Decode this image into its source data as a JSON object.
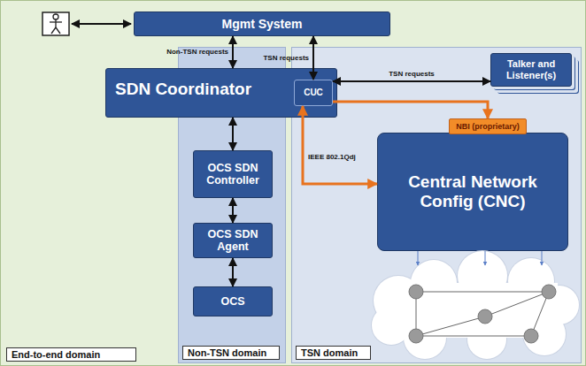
{
  "diagram": {
    "nodes": [
      {
        "text": [
          "End-to-end domain"
        ]
      },
      {
        "text": [
          "Mgmt System"
        ],
        "in": 0
      },
      {
        "text": [
          "SDN Coordinator"
        ],
        "in": 0
      },
      {
        "text": [
          "CUC"
        ],
        "in": 2
      },
      {
        "text": [
          "Non-TSN domain"
        ],
        "in": 0
      },
      {
        "text": [
          "OCS SDN Controller"
        ],
        "in": 4
      },
      {
        "text": [
          "OCS SDN Agent"
        ],
        "in": 4
      },
      {
        "text": [
          "OCS"
        ],
        "in": 4
      },
      {
        "text": [
          "TSN domain"
        ],
        "in": 0
      },
      {
        "text": [
          "Talker and Listener(s)"
        ],
        "in": 8
      },
      {
        "text": [
          "Central Network Config (CNC)"
        ],
        "in": 8
      },
      {
        "text": [
          "NBI (proprietary)"
        ],
        "in": 10
      }
    ],
    "edges": [
      {
        "from": 1,
        "to": 2,
        "label": "Non-TSN requests",
        "arrow": "both"
      },
      {
        "from": 1,
        "to": 3,
        "label": "TSN requests",
        "arrow": "both"
      },
      {
        "from": 3,
        "to": 9,
        "label": "TSN requests",
        "arrow": "both"
      },
      {
        "from": 2,
        "to": 5,
        "arrow": "both"
      },
      {
        "from": 5,
        "to": 6,
        "arrow": "both"
      },
      {
        "from": 6,
        "to": 7,
        "arrow": "both"
      },
      {
        "from": 3,
        "to": 11,
        "arrow": "to"
      },
      {
        "from": 3,
        "to": 10,
        "label": "IEEE 802.1Qdj",
        "arrow": "both"
      }
    ]
  }
}
